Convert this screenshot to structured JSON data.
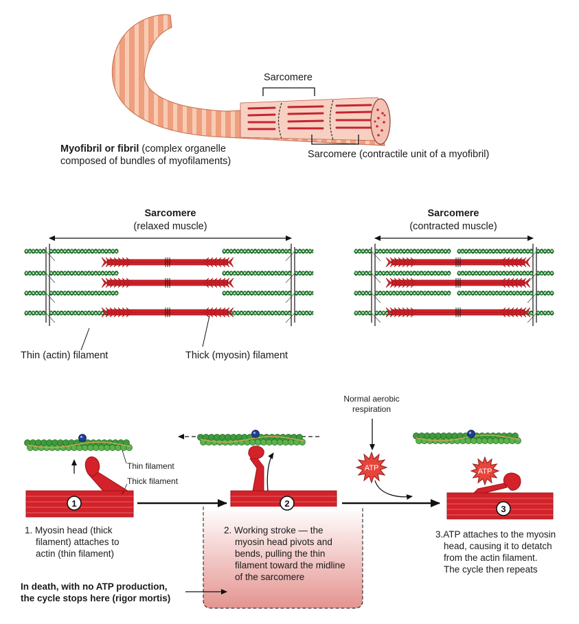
{
  "top": {
    "sarcomere_label": "Sarcomere",
    "myofibril_title": "Myofibril or fibril",
    "myofibril_desc_1": " (complex organelle",
    "myofibril_desc_2": "composed of bundles of myofilaments)",
    "sarcomere_desc": "Sarcomere (contractile unit of a myofibril)"
  },
  "middle": {
    "relaxed_title": "Sarcomere",
    "relaxed_sub": "(relaxed muscle)",
    "contracted_title": "Sarcomere",
    "contracted_sub": "(contracted muscle)",
    "thin_label": "Thin (actin) filament",
    "thick_label": "Thick (myosin) filament"
  },
  "cycle": {
    "aerobic_1": "Normal aerobic",
    "aerobic_2": "respiration",
    "atp_label": "ATP",
    "thin_filament": "Thin filament",
    "thick_filament": "Thick filament",
    "step_numbers": [
      "1",
      "2",
      "3"
    ],
    "step1": [
      "1. Myosin head (thick",
      "filament) attaches to",
      "actin (thin filament)"
    ],
    "step2": [
      "2. Working stroke — the",
      "myosin head pivots and",
      "bends, pulling the thin",
      "filament toward the midline",
      "of the sarcomere"
    ],
    "step3": [
      "3.ATP attaches to the myosin",
      "head, causing it to detatch",
      "from the actin filament.",
      "The cycle then repeats"
    ],
    "death_1": "In death, with no ATP production,",
    "death_2": "the cycle stops here (rigor mortis)"
  },
  "colors": {
    "myofibril_outer": "#f0a383",
    "myofibril_band": "#f6c7ad",
    "muscle_red": "#d3222a",
    "muscle_dark": "#9c1419",
    "actin_green": "#2e8b3a",
    "actin_dark": "#1b5e24",
    "rigor_fill_top": "#ffffff",
    "rigor_fill_bottom": "#e79a95"
  }
}
